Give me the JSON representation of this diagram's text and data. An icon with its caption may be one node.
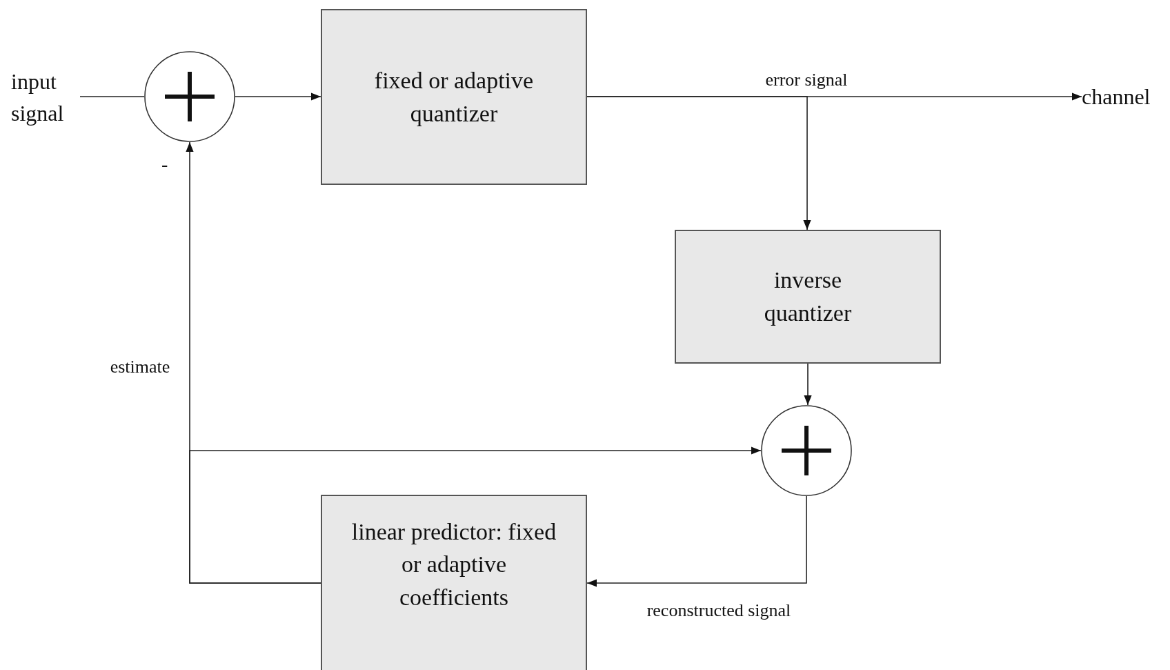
{
  "diagram": {
    "nodes": [
      {
        "text": [
          "input signal"
        ]
      },
      {
        "text": [],
        "shape": "circle"
      },
      {
        "text": [
          "fixed or adaptive quantizer"
        ]
      },
      {
        "text": [
          "channel"
        ]
      },
      {
        "text": [
          "inverse quantizer"
        ]
      },
      {
        "text": [],
        "shape": "circle"
      },
      {
        "text": [
          "linear predictor: fixed or adaptive coefficients"
        ]
      }
    ],
    "edges": [
      {
        "from": 0,
        "to": 1,
        "arrow": "none"
      },
      {
        "from": 1,
        "to": 2,
        "arrow": "to"
      },
      {
        "from": 2,
        "to": 3,
        "arrow": "to",
        "label": "error signal"
      },
      {
        "from": 2,
        "to": 4,
        "arrow": "to"
      },
      {
        "from": 4,
        "to": 5,
        "arrow": "to"
      },
      {
        "from": 5,
        "to": 6,
        "arrow": "to",
        "label": "reconstructed signal"
      },
      {
        "from": 6,
        "to": 1,
        "arrow": "to",
        "label": "estimate"
      },
      {
        "from": 6,
        "to": 5,
        "arrow": "to"
      }
    ],
    "labels": [
      "-"
    ]
  }
}
